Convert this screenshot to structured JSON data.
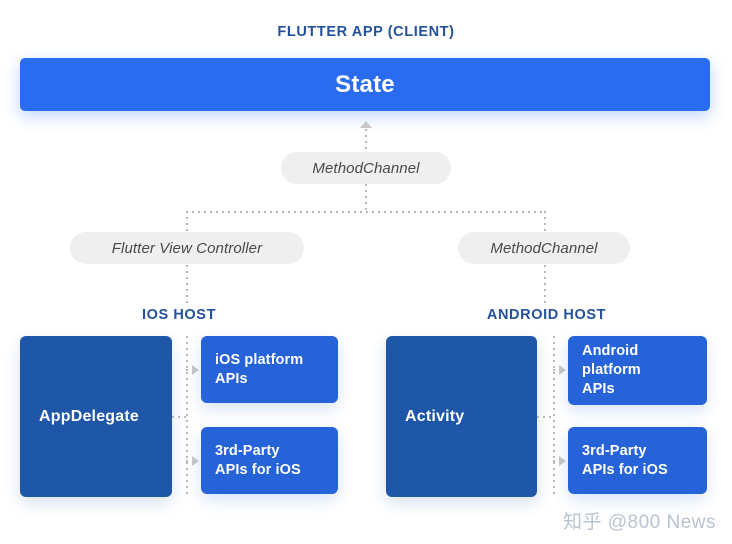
{
  "diagram": {
    "title_flutter": "FLUTTER APP (CLIENT)",
    "title_ios": "IOS HOST",
    "title_android": "ANDROID HOST",
    "state_label": "State",
    "pills": {
      "method_channel_top": "MethodChannel",
      "flutter_view_controller": "Flutter View Controller",
      "method_channel_right": "MethodChannel"
    },
    "ios": {
      "main_box": "AppDelegate",
      "platform_apis": "iOS platform\nAPIs",
      "third_party_apis": "3rd-Party\nAPIs for iOS"
    },
    "android": {
      "main_box": "Activity",
      "platform_apis": "Android\nplatform\nAPIs",
      "third_party_apis": "3rd-Party\nAPIs for iOS"
    }
  },
  "watermark": {
    "text": "知乎 @800 News"
  },
  "colors": {
    "accent_blue": "#2a6cf0",
    "host_dark_blue": "#1e56a8",
    "api_blue": "#2763d8",
    "title_blue": "#24519c",
    "pill_grey": "#efeff0",
    "connector_grey": "#b8b8b8",
    "watermark_grey": "#b9c3cf"
  }
}
